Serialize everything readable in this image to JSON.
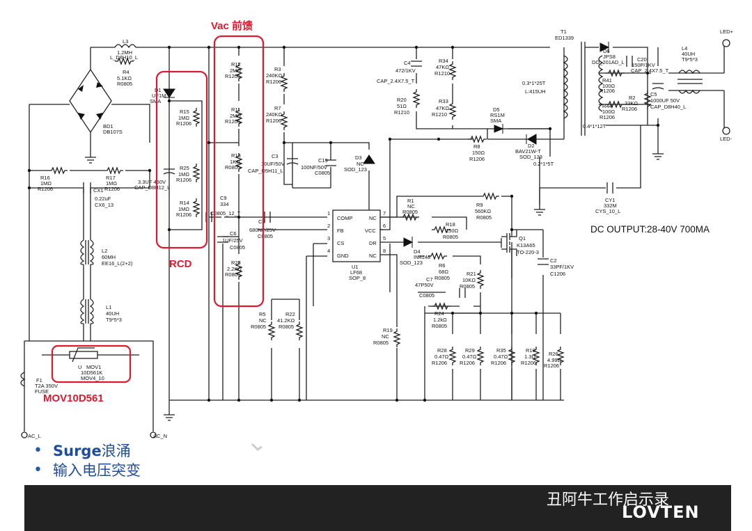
{
  "annotations": {
    "vac_feedforward": "Vac 前馈",
    "rcd": "RCD",
    "mov": "MOV10D561",
    "dc_output": "DC OUTPUT:28-40V 700MA"
  },
  "bullets": [
    {
      "bold": "Surge",
      "rest": "浪涌"
    },
    {
      "bold": "",
      "rest": "输入电压突变"
    }
  ],
  "footer": {
    "watermark": "丑阿牛工作启示录",
    "logo": "LOVTEN"
  },
  "ic": {
    "name": "U1",
    "part": "LF68",
    "package": "SOP_8",
    "pins_left": [
      "1",
      "2",
      "3",
      "4"
    ],
    "names_left": [
      "COMP",
      "FB",
      "CS",
      "GND"
    ],
    "pins_right": [
      "7",
      "6",
      "5",
      "8"
    ],
    "names_right": [
      "NC",
      "VCC",
      "DR",
      "NC"
    ]
  },
  "labels": {
    "L3": "L3",
    "L3_val": "1.2MH",
    "L3_pkg": "L_D8H10_L",
    "R4": "R4",
    "R4_val": "5.1KΩ",
    "R4_pkg": "R0805",
    "BD1": "BD1",
    "BD1_val": "DB107S",
    "D1": "D1",
    "D1_val": "UF1M",
    "D1_pkg": "SMA",
    "R15": "R15",
    "R15_val": "1MΩ",
    "R15_pkg": "R1206",
    "R25": "R25",
    "R25_val": "1MΩ",
    "R25_pkg": "R1206",
    "R14": "R14",
    "R14_val": "1MΩ",
    "R14_pkg": "R1206",
    "R16": "R16",
    "R16_val": "1MΩ",
    "R16_pkg": "R1206",
    "R17": "R17",
    "R17_val": "1MΩ",
    "R17_pkg": "R1206",
    "C1_val": "3.3UF 450V",
    "C1_pkg": "CAP_D8H12_L",
    "CX1": "CX1",
    "CX1_val": "0.22uF",
    "CX1_pkg": "CX6_13",
    "C9": "C9",
    "C9_val": "334",
    "C9_pkg": "C0805_12_T",
    "C6": "C6",
    "C6_val": "1UF/25V",
    "C6_pkg": "C0805",
    "R12": "R12",
    "R12_val": "2MΩ",
    "R12_pkg": "R1206",
    "R11": "R11",
    "R11_val": "2MΩ",
    "R11_pkg": "R1206",
    "R13": "R13",
    "R13_val": "1KΩ",
    "R13_pkg": "R0805",
    "R23": "R23",
    "R23_val": "2.2KΩ",
    "R23_pkg": "R0805",
    "R3": "R3",
    "R3_val": "240KΩ",
    "R3_pkg": "R1206",
    "R7": "R7",
    "R7_val": "240KΩ",
    "R7_pkg": "R1206",
    "C3": "C3",
    "C3_val": "10UF/50V",
    "C3_pkg": "CAP_D5H11_L",
    "C19": "C19",
    "C19_val": "100NF/50V",
    "C19_pkg": "C0805",
    "D3": "D3",
    "D3_val": "NC",
    "D3_pkg": "SOD_123",
    "C4": "C4",
    "C4_val": "472/1KV",
    "C4_pkg": "CAP_2.4X7.5_T",
    "R34": "R34",
    "R34_val": "47KΩ",
    "R34_pkg": "R1210",
    "R33": "R33",
    "R33_val": "47KΩ",
    "R33_pkg": "R1210",
    "R20": "R20",
    "R20_val": "51Ω",
    "R20_pkg": "R1210",
    "D5": "D5",
    "D5_val": "RS1M",
    "D5_pkg": "SMA",
    "R8": "R8",
    "R8_val": "150Ω",
    "R8_pkg": "R1206",
    "D2": "D2",
    "D2_val": "BAV21W-T",
    "D2_pkg": "SOD_123",
    "T1": "T1",
    "T1_val": "ED1339",
    "T1_pri": "0.3*1*25T",
    "T1_L": "L:415UH",
    "T1_sec": "0.4*1*12T",
    "T1_aux": "0.2*1*5T",
    "D6": "D6",
    "D6_val": "JPS8",
    "D6_pkg": "DO_201AD_L",
    "C20": "C20",
    "C20_val": "150P/1KV",
    "C20_pkg": "CAP_2.4X7.5_T",
    "R41": "R41",
    "R41_val": "100Ω",
    "R41_pkg": "R1206",
    "R44": "R44",
    "R44_val": "100Ω",
    "R44_pkg": "R1206",
    "R2": "R2",
    "R2_val": "33KΩ",
    "R2_pkg": "R1206",
    "C5": "C5",
    "C5_val": "1000UF 50V",
    "C5_pkg": "CAP_D8H40_L",
    "L4": "L4",
    "L4_val": "40UH",
    "L4_pkg": "T9*5*3",
    "LED_top": "LED+",
    "LED_bot": "LED-",
    "CY1": "CY1",
    "CY1_val": "332M",
    "CY1_pkg": "CYS_10_L",
    "R9": "R9",
    "R9_val": "560KΩ",
    "R9_pkg": "R0805",
    "R1": "R1",
    "R1_val": "NC",
    "R1_pkg": "R0805",
    "C8": "C8",
    "C8_val": "680NF/25V",
    "C8_pkg": "C0805",
    "R18": "R18",
    "R18_val": "150Ω",
    "R18_pkg": "R0805",
    "D4": "D4",
    "D4_val": "IN4148",
    "D4_pkg": "SOD_123",
    "Q1": "Q1",
    "Q1_val": "K13A65",
    "Q1_pkg": "TO-220-3",
    "C2": "C2",
    "C2_val": "33PF/1KV",
    "C2_pkg": "C1206",
    "R6": "R6",
    "R6_val": "68Ω",
    "R6_pkg": "R0805",
    "R21": "R21",
    "R21_val": "10KΩ",
    "R21_pkg": "R0805",
    "C7": "C7",
    "C7_val": "47P50V",
    "C7_pkg": "C0805",
    "R24": "R24",
    "R24_val": "1.2kΩ",
    "R24_pkg": "R0805",
    "R5": "R5",
    "R5_val": "NC",
    "R5_pkg": "R0805",
    "R22": "R22",
    "R22_val": "41.2KΩ",
    "R22_pkg": "R0805",
    "R19": "R19",
    "R19_val": "NC",
    "R19_pkg": "R0805",
    "R28": "R28",
    "R28_val": "0.47Ω",
    "R28_pkg": "R1206",
    "R29": "R29",
    "R29_val": "0.47Ω",
    "R29_pkg": "R1206",
    "R35": "R35",
    "R35_val": "0.47Ω",
    "R35_pkg": "R1206",
    "R10": "R10",
    "R10_val": "1.3Ω",
    "R10_pkg": "R1206",
    "R26": "R26",
    "R26_val": "4.99Ω",
    "R26_pkg": "R1206",
    "L2": "L2",
    "L2_val": "60MH",
    "L2_pkg": "EE16_L(2+2)",
    "L1": "L1",
    "L1_val": "40UH",
    "L1_pkg": "T9*5*3",
    "F1": "F1",
    "F1_val": "T2A 350V",
    "F1_pkg": "FUSE",
    "MOV1": "MOV1",
    "MOV1_val": "10D561K",
    "MOV1_pkg": "MOV4_10",
    "MOV1_u": "U",
    "AC_L": "AC_L",
    "AC_N": "AC_N"
  }
}
